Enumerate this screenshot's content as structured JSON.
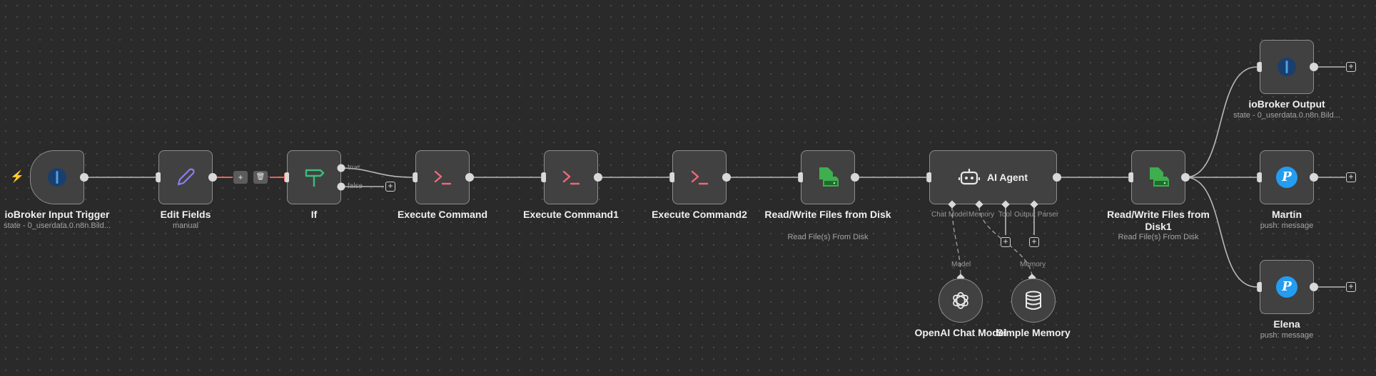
{
  "canvas": {
    "background": "#2a2a2a",
    "accent": "#ff6d5a"
  },
  "nodes": {
    "iobroker_input": {
      "title": "ioBroker Input Trigger",
      "subtitle": "state - 0_userdata.0.n8n.Bild...",
      "icon": "iobroker-icon"
    },
    "edit_fields": {
      "title": "Edit Fields",
      "subtitle": "manual",
      "icon": "pencil-icon"
    },
    "if": {
      "title": "If",
      "outputs": [
        "true",
        "false"
      ],
      "icon": "signpost-icon"
    },
    "exec1": {
      "title": "Execute Command",
      "icon": "terminal-icon"
    },
    "exec2": {
      "title": "Execute Command1",
      "icon": "terminal-icon"
    },
    "exec3": {
      "title": "Execute Command2",
      "icon": "terminal-icon"
    },
    "rw1": {
      "title": "Read/Write Files from Disk",
      "subtitle": "Read File(s) From Disk",
      "icon": "file-disk-icon"
    },
    "ai_agent": {
      "title": "AI Agent",
      "icon": "robot-icon",
      "ports": [
        "Chat Model",
        "Memory",
        "Tool",
        "Output Parser"
      ]
    },
    "rw2": {
      "title": "Read/Write Files from Disk1",
      "subtitle": "Read File(s) From Disk",
      "icon": "file-disk-icon"
    },
    "iobroker_output": {
      "title": "ioBroker Output",
      "subtitle": "state - 0_userdata.0.n8n.Bild...",
      "icon": "iobroker-icon"
    },
    "martin": {
      "title": "Martin",
      "subtitle": "push: message",
      "icon": "pushover-icon"
    },
    "elena": {
      "title": "Elena",
      "subtitle": "push: message",
      "icon": "pushover-icon"
    },
    "openai": {
      "title": "OpenAI Chat Model",
      "port_label": "Model",
      "icon": "openai-icon"
    },
    "memory": {
      "title": "Simple Memory",
      "port_label": "Memory",
      "icon": "database-icon"
    }
  },
  "edge_tools": {
    "add": "+",
    "delete": "🗑"
  },
  "plus": "+",
  "trigger_marker": "⚡"
}
